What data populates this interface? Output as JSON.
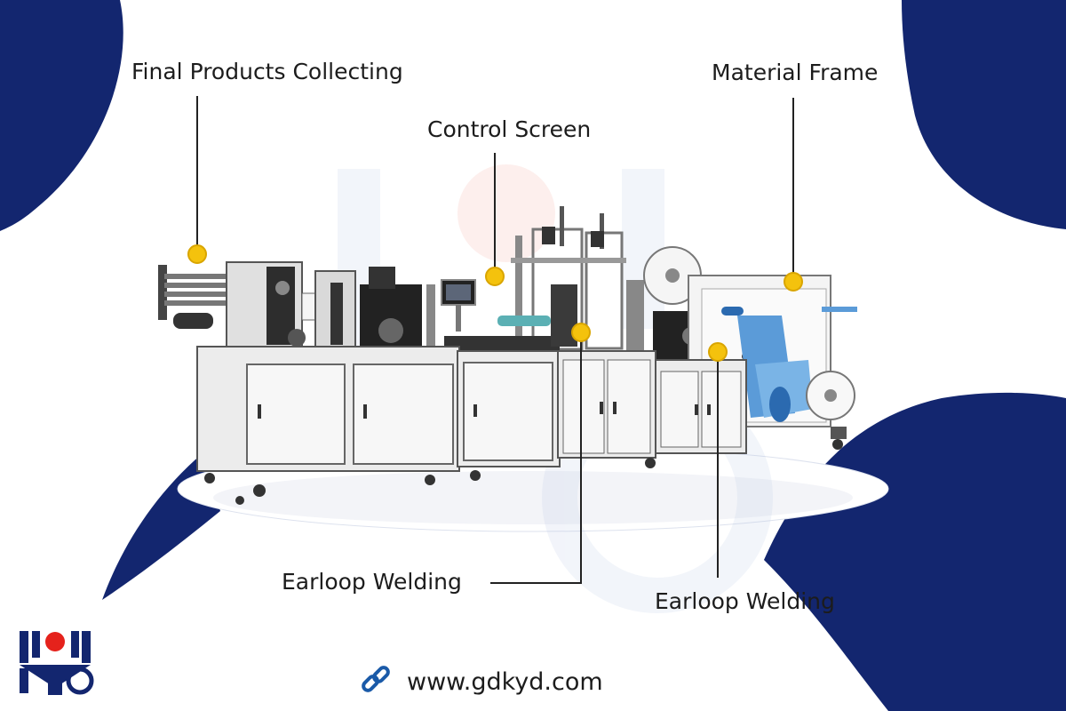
{
  "labels": {
    "final_products": "Final Products Collecting",
    "control_screen": "Control Screen",
    "material_frame": "Material Frame",
    "earloop_welding_left": "Earloop Welding",
    "earloop_welding_right": "Earloop Welding"
  },
  "footer": {
    "url": "www.gdkyd.com",
    "link_icon": "link-icon"
  },
  "logo": {
    "text": "KYD"
  },
  "colors": {
    "brand_navy": "#13266f",
    "brand_red": "#e5221c",
    "marker_yellow": "#f4c20d",
    "machine_body": "#ececec",
    "blue_material": "#5b9bd8"
  }
}
